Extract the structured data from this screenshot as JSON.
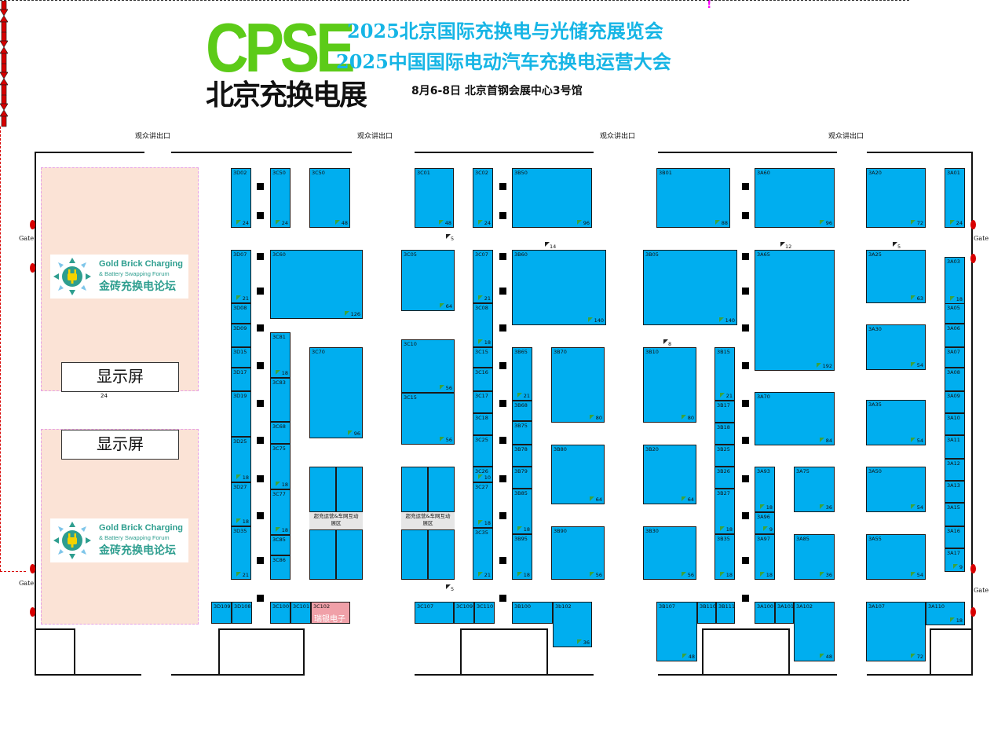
{
  "header": {
    "logo_text": "CPSE",
    "logo_sub": "北京充换电展",
    "title_1": "2025北京国际充换电与光储充展览会",
    "title_2": "2025中国国际电动汽车充换电运营大会",
    "date_venue": "8月6-8日   北京首钢会展中心3号馆"
  },
  "exits": {
    "label": "观众讲出口"
  },
  "gates": {
    "label": "Gate"
  },
  "forum": {
    "en_title": "Gold Brick Charging",
    "en_subtitle": "& Battery Swapping Forum",
    "cn_title": "金砖充换电论坛",
    "screen_label": "显示屏",
    "gap_number": "24"
  },
  "interactive_zone": {
    "label_1": "超充运营&车网互动",
    "label_2": "展区"
  },
  "partner": {
    "code": "3C102",
    "name": "瑞银电子"
  },
  "marker": "!",
  "colors": {
    "booth": "#00aeef",
    "forum_bg": "#fbe3d6",
    "partner": "#f0a0a8",
    "title": "#16b5e5",
    "logo": "#5ccb18"
  },
  "booths": [
    {
      "id": "3D02",
      "area": "24"
    },
    {
      "id": "3C50",
      "area": "24"
    },
    {
      "id": "3C50",
      "area": "48"
    },
    {
      "id": "3C01",
      "area": "48"
    },
    {
      "id": "3C02",
      "area": "24"
    },
    {
      "id": "3B50",
      "area": "96"
    },
    {
      "id": "3B01",
      "area": "88"
    },
    {
      "id": "3A60",
      "area": "96"
    },
    {
      "id": "3A20",
      "area": "72"
    },
    {
      "id": "3A01",
      "area": "24"
    },
    {
      "id": "3D07",
      "area": "21"
    },
    {
      "id": "3C60",
      "area": "126"
    },
    {
      "id": "3C05",
      "area": "64"
    },
    {
      "id": "3C07",
      "area": "21"
    },
    {
      "id": "3B60",
      "area": "140"
    },
    {
      "id": "3B05",
      "area": "140"
    },
    {
      "id": "3A65",
      "area": "192"
    },
    {
      "id": "3A25",
      "area": "63"
    },
    {
      "id": "3A03",
      "area": "18"
    },
    {
      "id": "3D08",
      "area": ""
    },
    {
      "id": "3C08",
      "area": "18"
    },
    {
      "id": "3A05",
      "area": ""
    },
    {
      "id": "3D09",
      "area": ""
    },
    {
      "id": "3A30",
      "area": "54"
    },
    {
      "id": "3A06",
      "area": ""
    },
    {
      "id": "3C81",
      "area": "18"
    },
    {
      "id": "3C10",
      "area": "56"
    },
    {
      "id": "3D15",
      "area": ""
    },
    {
      "id": "3C70",
      "area": "96"
    },
    {
      "id": "3C15",
      "area": ""
    },
    {
      "id": "3B65",
      "area": "21"
    },
    {
      "id": "3B70",
      "area": "80"
    },
    {
      "id": "3B10",
      "area": "80"
    },
    {
      "id": "3B15",
      "area": "21"
    },
    {
      "id": "3A07",
      "area": ""
    },
    {
      "id": "3D17",
      "area": ""
    },
    {
      "id": "3C83",
      "area": ""
    },
    {
      "id": "3C16",
      "area": ""
    },
    {
      "id": "3A08",
      "area": ""
    },
    {
      "id": "3D19",
      "area": ""
    },
    {
      "id": "3C15",
      "area": "56"
    },
    {
      "id": "3C17",
      "area": ""
    },
    {
      "id": "3B68",
      "area": ""
    },
    {
      "id": "3B17",
      "area": ""
    },
    {
      "id": "3A70",
      "area": "84"
    },
    {
      "id": "3A35",
      "area": "54"
    },
    {
      "id": "3A09",
      "area": ""
    },
    {
      "id": "3C18",
      "area": ""
    },
    {
      "id": "3A10",
      "area": ""
    },
    {
      "id": "3C68",
      "area": ""
    },
    {
      "id": "3B75",
      "area": ""
    },
    {
      "id": "3B18",
      "area": ""
    },
    {
      "id": "3D25",
      "area": "18"
    },
    {
      "id": "3C25",
      "area": ""
    },
    {
      "id": "3A11",
      "area": ""
    },
    {
      "id": "3C75",
      "area": "18"
    },
    {
      "id": "3B78",
      "area": ""
    },
    {
      "id": "3B80",
      "area": "64"
    },
    {
      "id": "3B20",
      "area": "64"
    },
    {
      "id": "3B25",
      "area": ""
    },
    {
      "id": "3A12",
      "area": ""
    },
    {
      "id": "3B79",
      "area": ""
    },
    {
      "id": "3B26",
      "area": ""
    },
    {
      "id": "3A93",
      "area": "18"
    },
    {
      "id": "3A75",
      "area": "36"
    },
    {
      "id": "3A50",
      "area": "54"
    },
    {
      "id": "3C26",
      "area": "10"
    },
    {
      "id": "3D27",
      "area": "18"
    },
    {
      "id": "3C77",
      "area": "18"
    },
    {
      "id": "3C27",
      "area": "18"
    },
    {
      "id": "3A13",
      "area": ""
    },
    {
      "id": "3B85",
      "area": "18"
    },
    {
      "id": "3B27",
      "area": "18"
    },
    {
      "id": "3A15",
      "area": ""
    },
    {
      "id": "3A96",
      "area": "9"
    },
    {
      "id": "3D35",
      "area": "21"
    },
    {
      "id": "3C35",
      "area": "21"
    },
    {
      "id": "3B95",
      "area": "18"
    },
    {
      "id": "3B90",
      "area": "56"
    },
    {
      "id": "3B30",
      "area": "56"
    },
    {
      "id": "3B35",
      "area": "18"
    },
    {
      "id": "3A97",
      "area": "18"
    },
    {
      "id": "3A85",
      "area": "36"
    },
    {
      "id": "3A55",
      "area": "54"
    },
    {
      "id": "3A16",
      "area": ""
    },
    {
      "id": "3C85",
      "area": ""
    },
    {
      "id": "3C86",
      "area": ""
    },
    {
      "id": "3A17",
      "area": "9"
    },
    {
      "id": "3D109",
      "area": ""
    },
    {
      "id": "3D108",
      "area": ""
    },
    {
      "id": "3C100",
      "area": ""
    },
    {
      "id": "3C101",
      "area": ""
    },
    {
      "id": "3C107",
      "area": ""
    },
    {
      "id": "3C109",
      "area": ""
    },
    {
      "id": "3C110",
      "area": ""
    },
    {
      "id": "3B100",
      "area": ""
    },
    {
      "id": "3b102",
      "area": "36"
    },
    {
      "id": "3B107",
      "area": "48"
    },
    {
      "id": "3B110",
      "area": ""
    },
    {
      "id": "3B111",
      "area": ""
    },
    {
      "id": "3A100",
      "area": ""
    },
    {
      "id": "3A101",
      "area": ""
    },
    {
      "id": "3A102",
      "area": "48"
    },
    {
      "id": "3A107",
      "area": "72"
    },
    {
      "id": "3A110",
      "area": "18"
    }
  ],
  "aisle_numbers": [
    "14",
    "12",
    "5",
    "8",
    "5",
    "5"
  ]
}
